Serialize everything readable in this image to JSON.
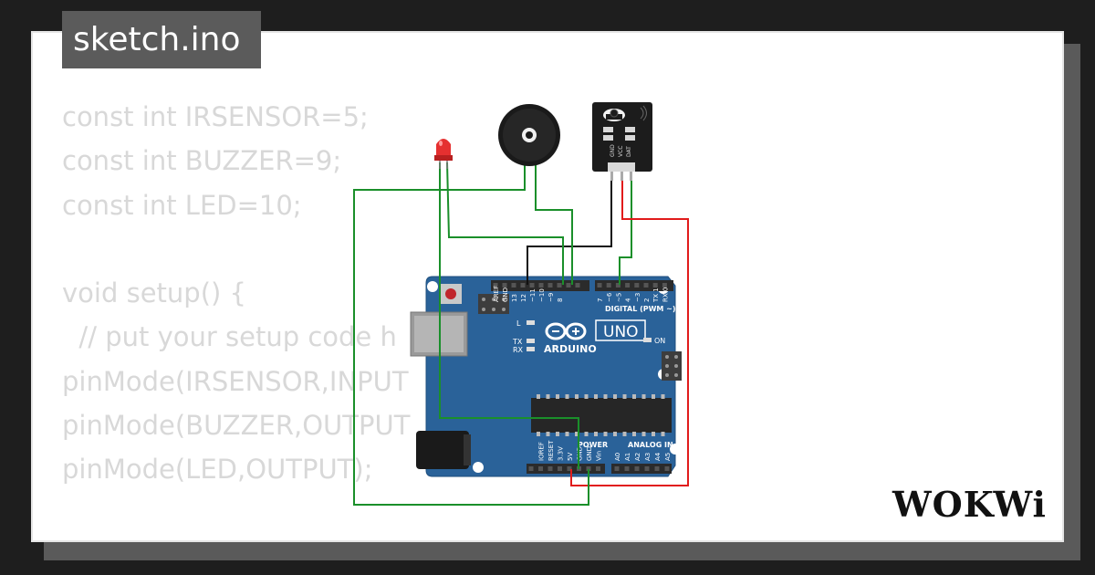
{
  "file_tab": {
    "title": "sketch.ino"
  },
  "code_lines": [
    "const int IRSENSOR=5;",
    "const int BUZZER=9;",
    "const int LED=10;",
    "",
    "void setup() {",
    "  // put your setup code h",
    "pinMode(IRSENSOR,INPUT",
    "pinMode(BUZZER,OUTPUT",
    "pinMode(LED,OUTPUT);",
    "",
    "}"
  ],
  "board": {
    "brand": "ARDUINO",
    "model": "UNO",
    "digital_header": "DIGITAL (PWM ~)",
    "power_header": "POWER",
    "analog_header": "ANALOG IN",
    "on_label": "ON",
    "l_label": "L",
    "tx_label": "TX",
    "rx_label": "RX",
    "digital_pins": [
      "AREF",
      "GND",
      "13",
      "12",
      "~11",
      "~10",
      "~9",
      "8",
      "7",
      "~6",
      "~5",
      "4",
      "~3",
      "2",
      "TX 1",
      "RX 0"
    ],
    "power_pins": [
      "IOREF",
      "RESET",
      "3.3V",
      "5V",
      "GND",
      "GND",
      "Vin"
    ],
    "analog_pins": [
      "A0",
      "A1",
      "A2",
      "A3",
      "A4",
      "A5"
    ]
  },
  "ir_sensor": {
    "pins": [
      "GND",
      "VCC",
      "DAT"
    ]
  },
  "logo": {
    "text": "WOKWi"
  },
  "colors": {
    "board": "#2a6299",
    "wire_green": "#1a8f2a",
    "wire_red": "#e11b1b",
    "wire_black": "#111111",
    "led": "#e53030",
    "tab": "#5b5b5b"
  }
}
